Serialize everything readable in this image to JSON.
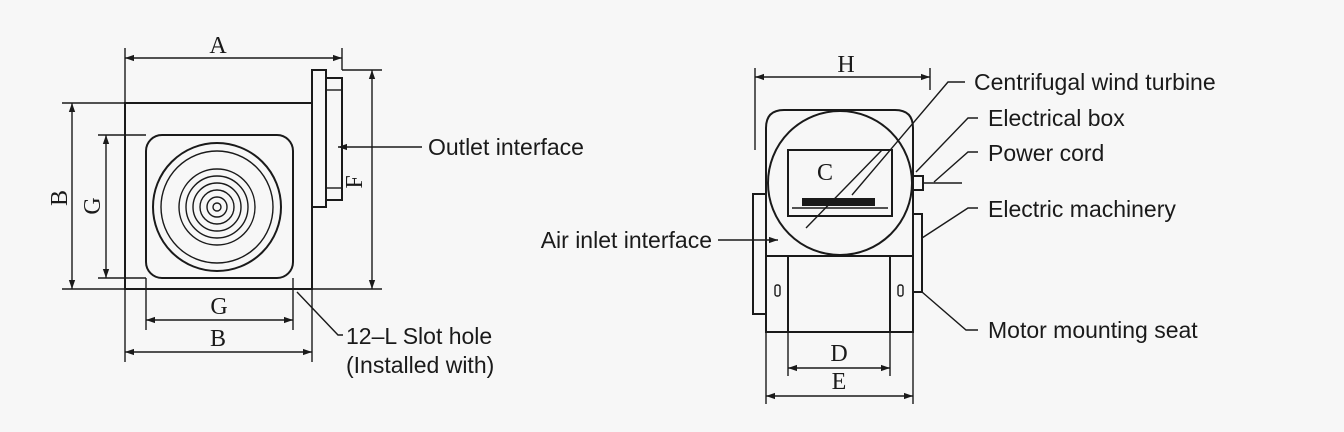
{
  "dimensions": {
    "A": "A",
    "B": "B",
    "G": "G",
    "F": "F",
    "H": "H",
    "C": "C",
    "D": "D",
    "E": "E"
  },
  "labels": {
    "outlet_interface": "Outlet interface",
    "slot_hole_line1": "12–L Slot hole",
    "slot_hole_line2": "(Installed with)",
    "centrifugal_wind_turbine": "Centrifugal wind turbine",
    "electrical_box": "Electrical box",
    "power_cord": "Power cord",
    "electric_machinery": "Electric machinery",
    "air_inlet_interface": "Air inlet interface",
    "motor_mounting_seat": "Motor mounting seat"
  },
  "colors": {
    "line": "#1a1a1a",
    "background": "#f7f7f7"
  }
}
